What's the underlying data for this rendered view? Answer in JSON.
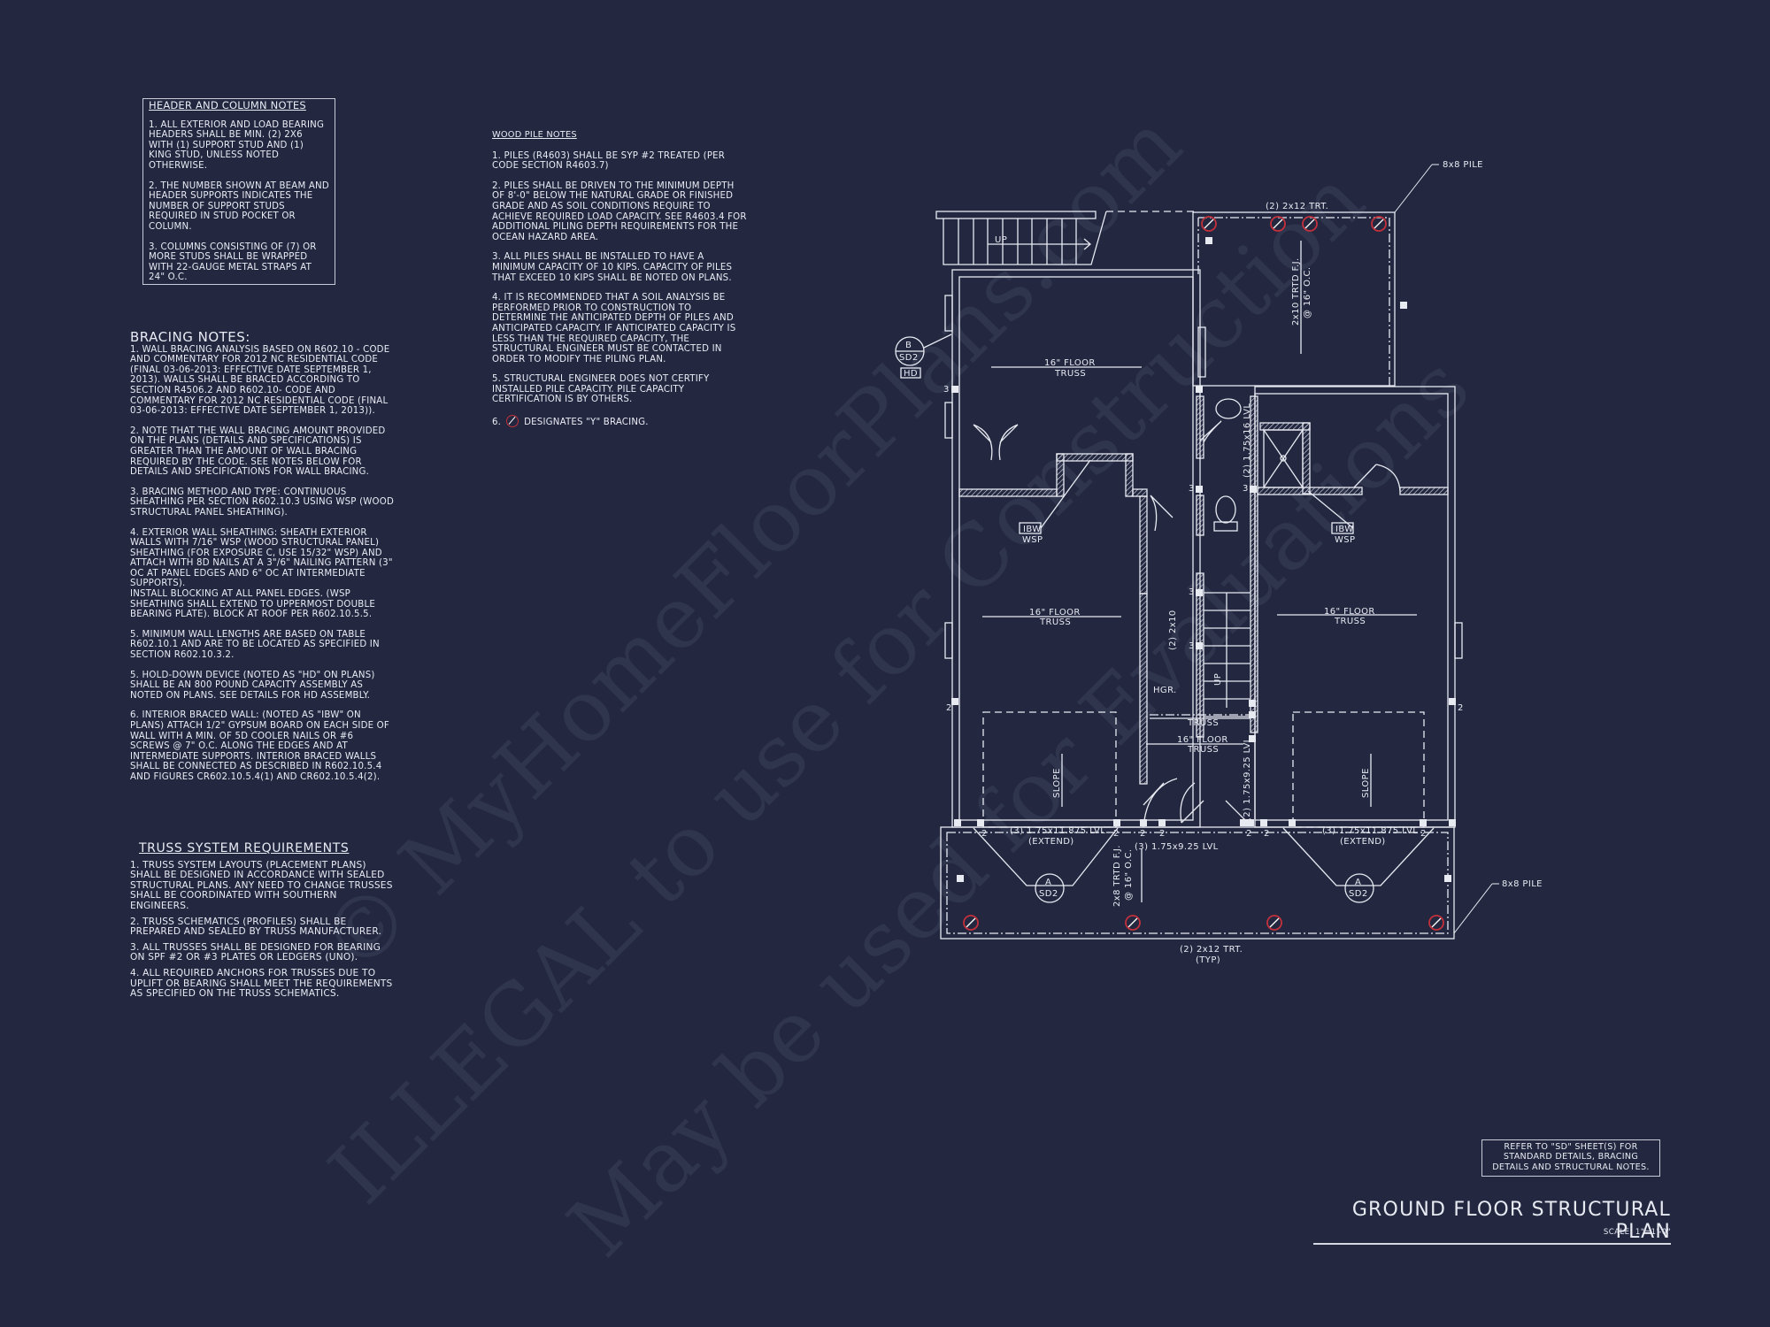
{
  "sheet": {
    "title": "GROUND FLOOR STRUCTURAL PLAN",
    "scale": "SCALE: 1\"=1'-0\"",
    "refer_note": "REFER TO \"SD\"  SHEET(S) FOR\nSTANDARD DETAILS, BRACING\nDETAILS AND STRUCTURAL NOTES.",
    "background_color": "#232840",
    "line_color": "#e8eaf2",
    "y_bracing_color": "#c2303b"
  },
  "header_column_notes": {
    "heading": "HEADER AND COLUMN NOTES",
    "items": [
      "1. ALL EXTERIOR AND LOAD BEARING HEADERS SHALL BE MIN. (2) 2x6 WITH (1) SUPPORT STUD AND (1) KING STUD, UNLESS NOTED OTHERWISE.",
      "2. THE NUMBER SHOWN AT BEAM AND HEADER SUPPORTS INDICATES THE NUMBER OF SUPPORT STUDS REQUIRED IN STUD POCKET OR COLUMN.",
      "3. COLUMNS CONSISTING OF (7) OR MORE STUDS SHALL BE WRAPPED WITH 22-GAUGE METAL STRAPS AT 24\" O.C."
    ]
  },
  "bracing_notes": {
    "heading": "BRACING NOTES:",
    "items": [
      "1. WALL BRACING ANALYSIS BASED ON R602.10 - CODE AND COMMENTARY FOR 2012 NC RESIDENTIAL CODE (FINAL 03-06-2013: EFFECTIVE DATE SEPTEMBER 1, 2013). WALLS SHALL BE BRACED ACCORDING TO SECTION R4506.2 AND R602.10- CODE AND COMMENTARY FOR 2012 NC RESIDENTIAL CODE (FINAL 03-06-2013: EFFECTIVE DATE SEPTEMBER 1, 2013)).",
      "2. NOTE THAT THE WALL BRACING AMOUNT PROVIDED ON THE PLANS (DETAILS AND SPECIFICATIONS) IS GREATER THAN THE AMOUNT OF WALL BRACING REQUIRED BY THE CODE. SEE NOTES BELOW FOR DETAILS AND SPECIFICATIONS FOR WALL BRACING.",
      "3. BRACING METHOD AND TYPE: CONTINUOUS SHEATHING PER SECTION R602.10.3 USING WSP (WOOD STRUCTURAL PANEL SHEATHING).",
      "4. EXTERIOR WALL SHEATHING: SHEATH EXTERIOR WALLS WITH 7/16\" WSP (WOOD STRUCTURAL PANEL) SHEATHING (FOR EXPOSURE C, USE 15/32\" WSP) AND ATTACH WITH 8d NAILS AT A 3\"/6\" NAILING PATTERN (3\" OC AT PANEL EDGES AND 6\" OC AT INTERMEDIATE SUPPORTS).\nINSTALL BLOCKING AT ALL PANEL EDGES. (WSP SHEATHING SHALL EXTEND TO UPPERMOST DOUBLE BEARING PLATE). BLOCK AT ROOF PER R602.10.5.5.",
      "5. MINIMUM WALL LENGTHS ARE BASED ON TABLE R602.10.1 AND ARE TO BE LOCATED AS SPECIFIED IN SECTION R602.10.3.2.",
      "5. HOLD-DOWN DEVICE (NOTED AS \"HD\" ON PLANS) SHALL BE AN 800 POUND CAPACITY ASSEMBLY AS NOTED ON PLANS. SEE DETAILS FOR HD ASSEMBLY.",
      "6. INTERIOR BRACED WALL: (NOTED AS \"IBW\" ON PLANS) ATTACH 1/2\" GYPSUM BOARD ON EACH SIDE OF WALL WITH A MIN. OF 5d COOLER NAILS OR #6 SCREWS @ 7\" O.C. ALONG THE EDGES AND AT INTERMEDIATE SUPPORTS.  INTERIOR BRACED WALLS SHALL BE CONNECTED AS DESCRIBED IN R602.10.5.4 AND FIGURES CR602.10.5.4(1) AND CR602.10.5.4(2)."
    ]
  },
  "truss_requirements": {
    "heading": "TRUSS SYSTEM REQUIREMENTS",
    "items": [
      "1. TRUSS SYSTEM LAYOUTS (PLACEMENT PLANS) SHALL BE DESIGNED IN ACCORDANCE WITH SEALED STRUCTURAL PLANS. ANY NEED TO CHANGE TRUSSES SHALL BE COORDINATED WITH SOUTHERN ENGINEERS.",
      "2. TRUSS SCHEMATICS (PROFILES) SHALL BE PREPARED AND SEALED BY TRUSS MANUFACTURER.",
      "3. ALL TRUSSES SHALL BE DESIGNED FOR BEARING ON SPF #2 OR #3 PLATES OR LEDGERS (UNO).",
      "4. ALL REQUIRED ANCHORS FOR TRUSSES DUE TO UPLIFT OR BEARING SHALL MEET THE REQUIREMENTS AS SPECIFIED ON THE TRUSS SCHEMATICS."
    ]
  },
  "wood_pile_notes": {
    "heading": "WOOD PILE NOTES",
    "items": [
      "1. PILES (R4603) SHALL BE SYP #2 TREATED (PER CODE SECTION R4603.7)",
      "2. PILES SHALL BE DRIVEN TO THE MINIMUM DEPTH OF 8'-0\" BELOW THE NATURAL GRADE OR FINISHED GRADE AND AS SOIL CONDITIONS REQUIRE TO ACHIEVE REQUIRED LOAD CAPACITY. SEE R4603.4 FOR ADDITIONAL PILING DEPTH REQUIREMENTS FOR THE OCEAN HAZARD AREA.",
      "3. ALL PILES SHALL BE INSTALLED TO HAVE A MINIMUM CAPACITY OF 10 KIPS. CAPACITY OF PILES THAT EXCEED 10 KIPS SHALL BE NOTED ON PLANS.",
      "4. IT IS RECOMMENDED THAT A SOIL ANALYSIS BE PERFORMED PRIOR TO CONSTRUCTION TO DETERMINE THE ANTICIPATED DEPTH OF PILES AND ANTICIPATED CAPACITY. IF ANTICIPATED CAPACITY IS LESS THAN THE REQUIRED CAPACITY, THE STRUCTURAL ENGINEER MUST BE CONTACTED IN ORDER TO MODIFY THE PILING PLAN.",
      "5. STRUCTURAL ENGINEER DOES NOT CERTIFY INSTALLED PILE CAPACITY. PILE CAPACITY CERTIFICATION IS BY OTHERS."
    ],
    "item6_prefix": "6.",
    "item6_text": "DESIGNATES \"Y\" BRACING."
  },
  "plan_labels": {
    "pile_top": "8x8 PILE",
    "pile_bottom": "8x8 PILE",
    "beam_top": "(2) 2x12 TRT.",
    "beam_bottom": "(2) 2x12 TRT.",
    "beam_bottom_typ": "(TYP)",
    "joist_top": "2x10 TRTD F.J.",
    "joist_top_oc": "@ 16\" O.C.",
    "joist_bottom": "2x8 TRTD F.J.",
    "joist_bottom_oc": "@ 16\" O.C.",
    "stair_up": "UP",
    "stair_up_interior": "UP",
    "floor_truss": "16\" FLOOR",
    "truss": "TRUSS",
    "ibw": "IBW",
    "wsp": "WSP",
    "hd": "HD",
    "detail_b": "B",
    "detail_sd2": "SD2",
    "detail_a": "A",
    "lvl_left": "(3) 1.75x11.875 LVL",
    "lvl_right": "(3) 1.75x11.875 LVL",
    "extend": "(EXTEND)",
    "lvl_center": "(3) 1.75x9.25 LVL",
    "lvl_vertical": "(2) 1.75x16 LVL",
    "lvl_vertical_lower": "(2) 1.75x9.25 LVL",
    "header_2x10": "(2) 2x10",
    "hgr": "HGR.",
    "slope": "SLOPE",
    "stud_2": "2",
    "stud_3": "3"
  },
  "watermark": {
    "line1": "© MyHomeFloorPlans.com",
    "line2": "ILLEGAL to use for Construction",
    "line3": "May be used for Evaluations"
  }
}
